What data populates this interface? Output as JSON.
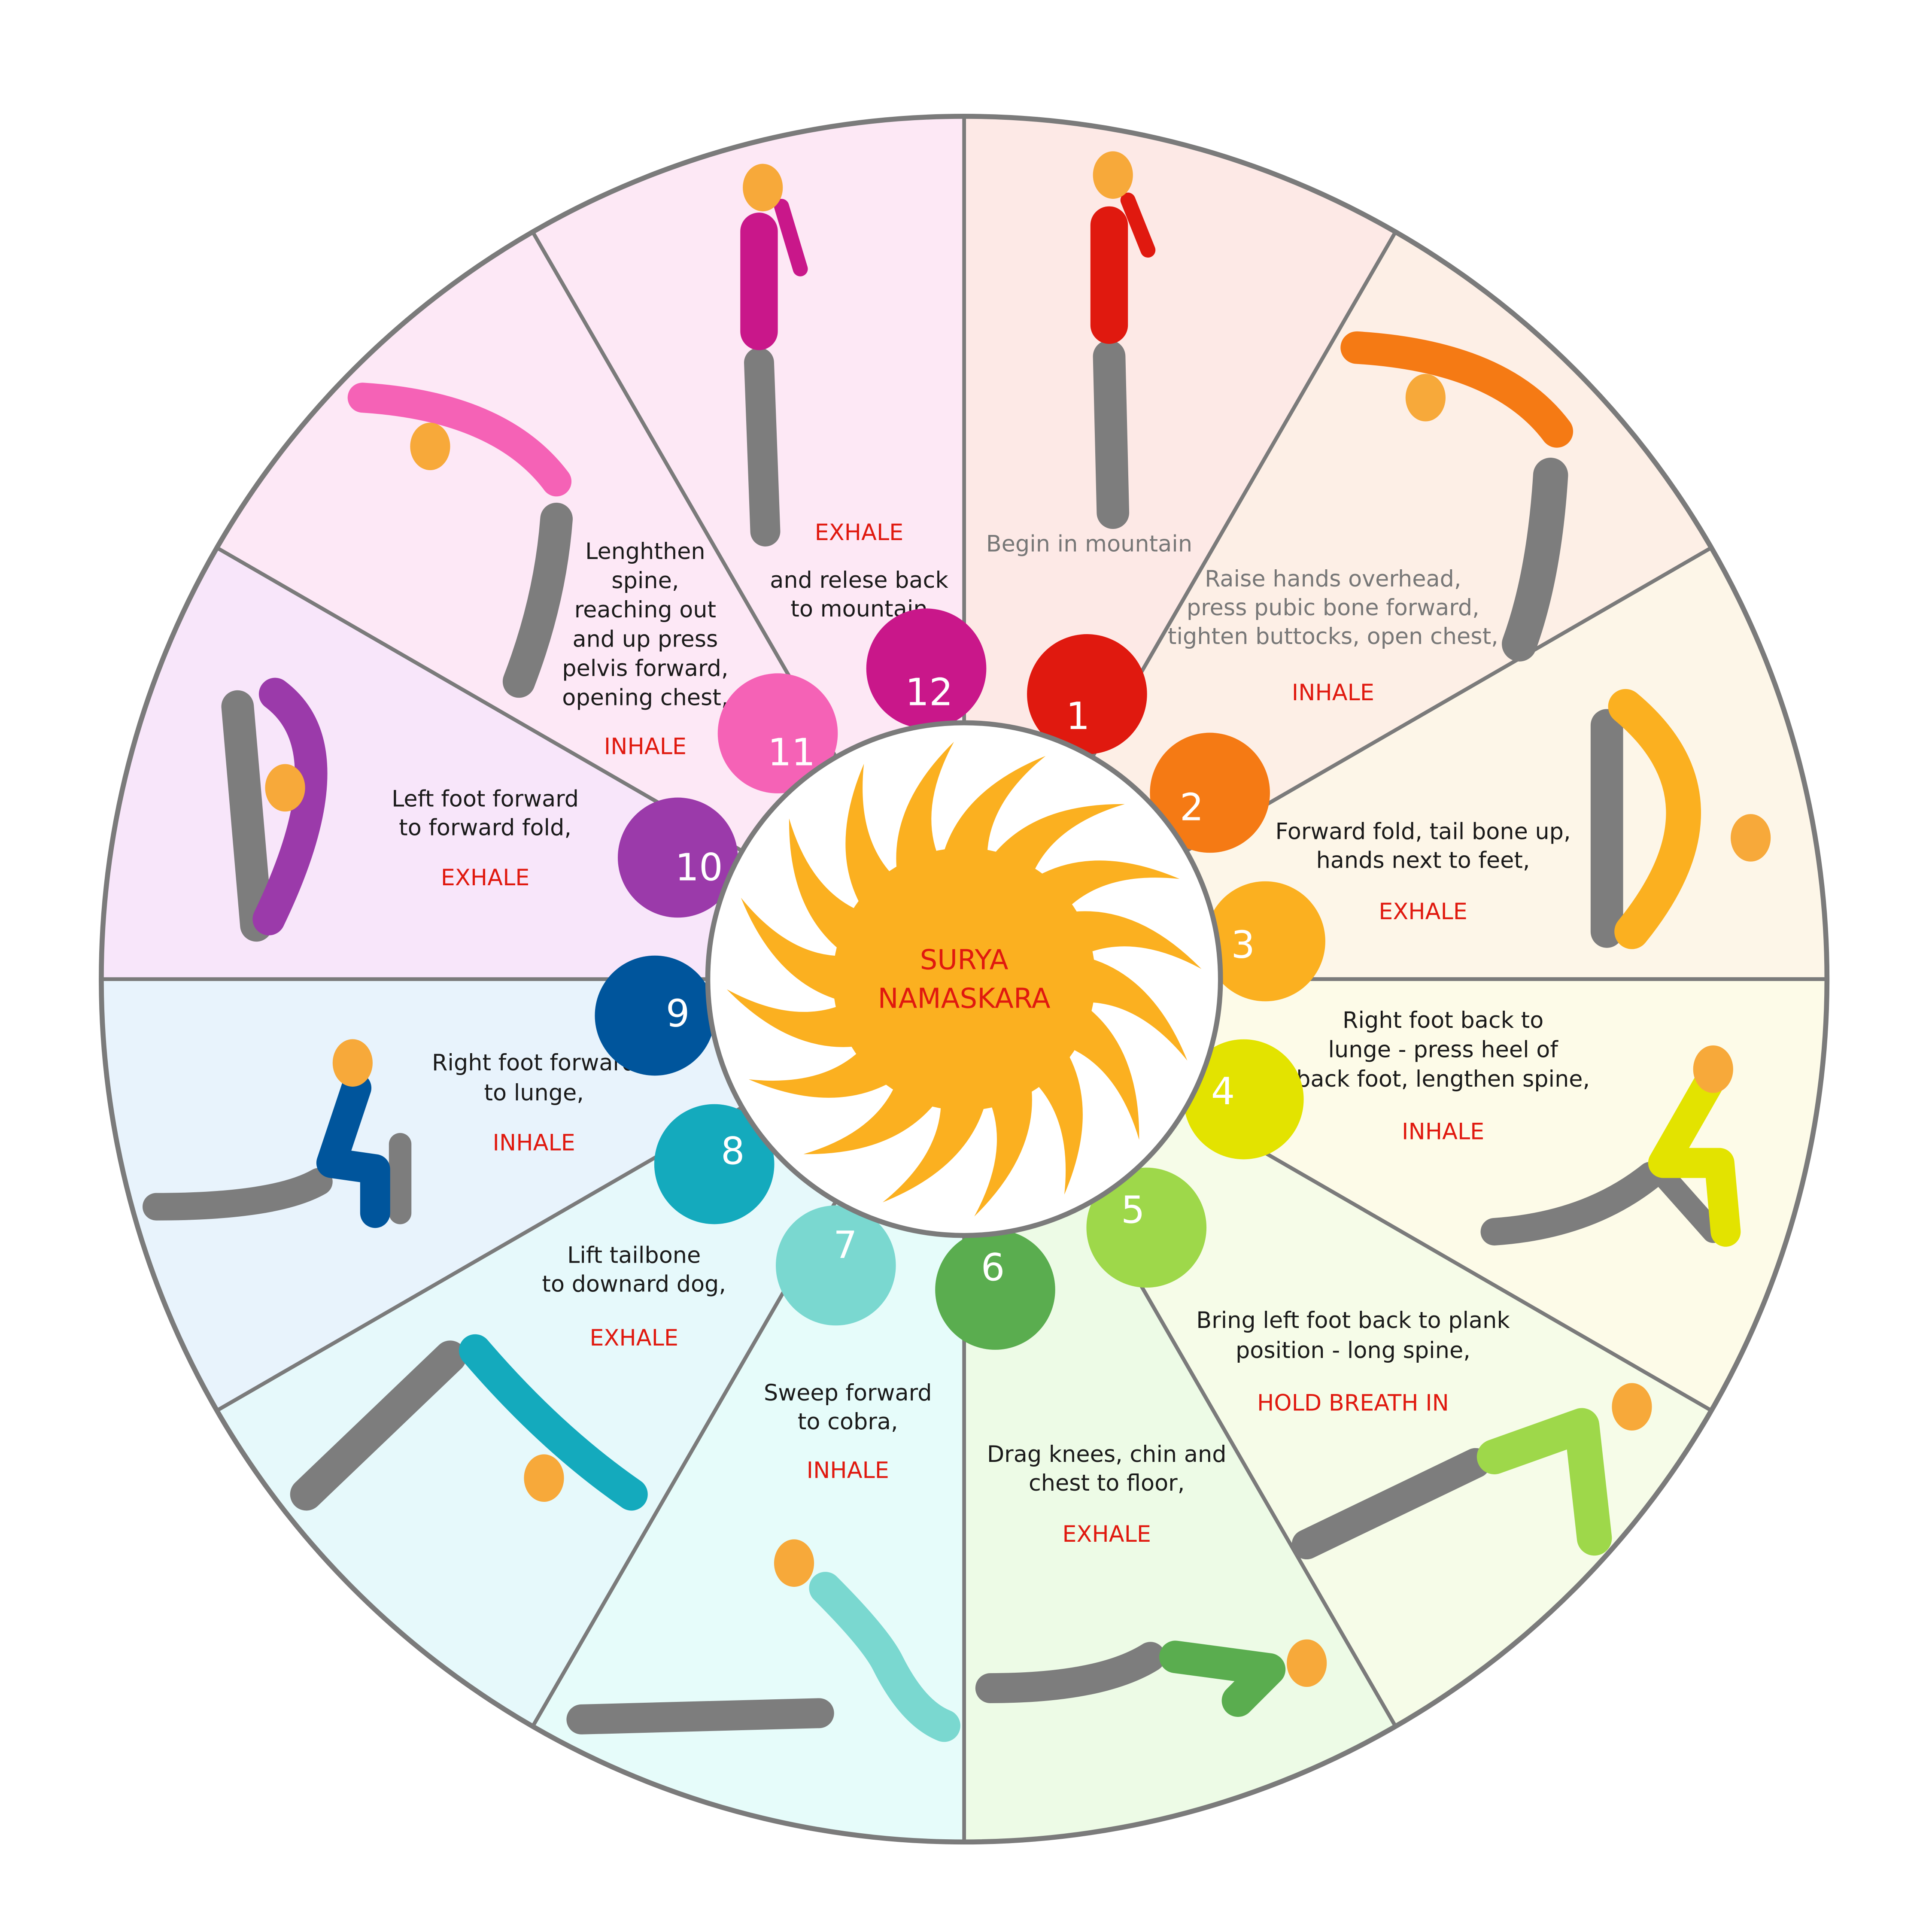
{
  "title": {
    "line1": "SURYA",
    "line2": "NAMASKARA"
  },
  "colors": {
    "ring": "#7b7b7b",
    "sun": "#fbb020",
    "head": "#f7a93a",
    "limb": "#7d7d7d",
    "breath": "#e0190f"
  },
  "sections": [
    {
      "number": "1",
      "color": "#e0190f",
      "bg": "#fde9e6",
      "lines": [
        "Begin in mountain"
      ],
      "breath": "",
      "muted": true
    },
    {
      "number": "2",
      "color": "#f57a14",
      "bg": "#fdefe6",
      "lines": [
        "Raise hands overhead,",
        "press pubic bone forward,",
        "tighten buttocks, open chest,"
      ],
      "breath": "INHALE",
      "muted": true
    },
    {
      "number": "3",
      "color": "#fbb020",
      "bg": "#fdf6e8",
      "lines": [
        "Forward fold, tail bone up,",
        "hands next to feet,"
      ],
      "breath": "EXHALE"
    },
    {
      "number": "4",
      "color": "#e3e300",
      "bg": "#fdfbe8",
      "lines": [
        "Right foot back to",
        "lunge - press heel of",
        "back foot, lengthen spine,"
      ],
      "breath": "INHALE"
    },
    {
      "number": "5",
      "color": "#9ed84a",
      "bg": "#f6fce8",
      "lines": [
        "Bring left foot back to plank",
        "position - long spine,"
      ],
      "breath": "HOLD BREATH IN"
    },
    {
      "number": "6",
      "color": "#5aad4f",
      "bg": "#edfbe6",
      "lines": [
        "Drag knees, chin and",
        "chest to floor,"
      ],
      "breath": "EXHALE"
    },
    {
      "number": "7",
      "color": "#7ad8d0",
      "bg": "#e6fcfa",
      "lines": [
        "Sweep forward",
        "to cobra,"
      ],
      "breath": "INHALE"
    },
    {
      "number": "8",
      "color": "#14aabd",
      "bg": "#e6f9fb",
      "lines": [
        "Lift tailbone",
        "to downard dog,"
      ],
      "breath": "EXHALE"
    },
    {
      "number": "9",
      "color": "#00559c",
      "bg": "#e8f3fc",
      "lines": [
        "Right foot forward",
        "to lunge,"
      ],
      "breath": "INHALE"
    },
    {
      "number": "10",
      "color": "#9b3aaa",
      "bg": "#f8e6fa",
      "lines": [
        "Left foot forward",
        "to forward fold,"
      ],
      "breath": "EXHALE"
    },
    {
      "number": "11",
      "color": "#f562b6",
      "bg": "#fde8f6",
      "lines": [
        "Lenghthen",
        "spine,",
        "reaching out",
        "and up press",
        "pelvis forward,",
        "opening chest,"
      ],
      "breath": "INHALE"
    },
    {
      "number": "12",
      "color": "#c9178a",
      "bg": "#fde8f5",
      "lines": [
        "and relese back",
        "to mountain"
      ],
      "breath": "EXHALE",
      "breath_first": true
    }
  ]
}
